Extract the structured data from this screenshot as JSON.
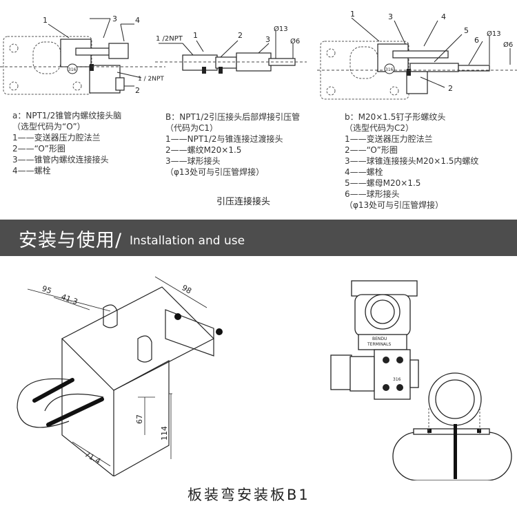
{
  "fig_a": {
    "callouts": [
      "3",
      "4",
      "1",
      "2",
      "316",
      "1 / 2NPT"
    ]
  },
  "fig_B": {
    "callouts": [
      "1 /2NPT",
      "1",
      "2",
      "3",
      "Ø13",
      "Ø6"
    ]
  },
  "fig_b": {
    "callouts": [
      "1",
      "3",
      "4",
      "5",
      "Ø13",
      "6",
      "Ø6",
      "316",
      "2"
    ]
  },
  "caption_a": {
    "title": "a：NPT1/2锥管内螺纹接头脑",
    "lines": [
      "（选型代码为“O”）",
      "1——变送器压力腔法兰",
      "2——“O”形圈",
      "3——锥管内螺纹连接接头",
      "4——螺栓"
    ]
  },
  "caption_B": {
    "title": "B：NPT1/2引压接头后部焊接引压管",
    "lines": [
      "（代码为C1）",
      "1——NPT1/2与锥连接过渡接头",
      "2——螺纹M20×1.5",
      "3——球形接头",
      "（φ13处可与引压管焊接）"
    ]
  },
  "caption_b": {
    "title": "b：M20×1.5钉子形螺纹头",
    "lines": [
      "（选型代码为C2）",
      "1——变送器压力腔法兰",
      "2——“O”形圈",
      "3——球锥连接接头M20×1.5内螺纹",
      "4——螺栓",
      "5——螺母M20×1.5",
      "6——球形接头",
      "（φ13处可与引压管焊接）"
    ]
  },
  "top_title": "引压连接接头",
  "section": {
    "title_cn": "安装与使用/",
    "title_en": "Installation and use"
  },
  "bracket": {
    "dims": [
      "95",
      "41.3",
      "98",
      "67",
      "114",
      "71.4"
    ],
    "caption": "板装弯安装板B1"
  },
  "transmitter": {
    "terminal_text": [
      "BENDU",
      "TERMINALS"
    ],
    "label": "316"
  },
  "colors": {
    "section_bg": "#4d4d4d",
    "section_text": "#ffffff",
    "line": "#222222",
    "dashed": "#555555"
  }
}
